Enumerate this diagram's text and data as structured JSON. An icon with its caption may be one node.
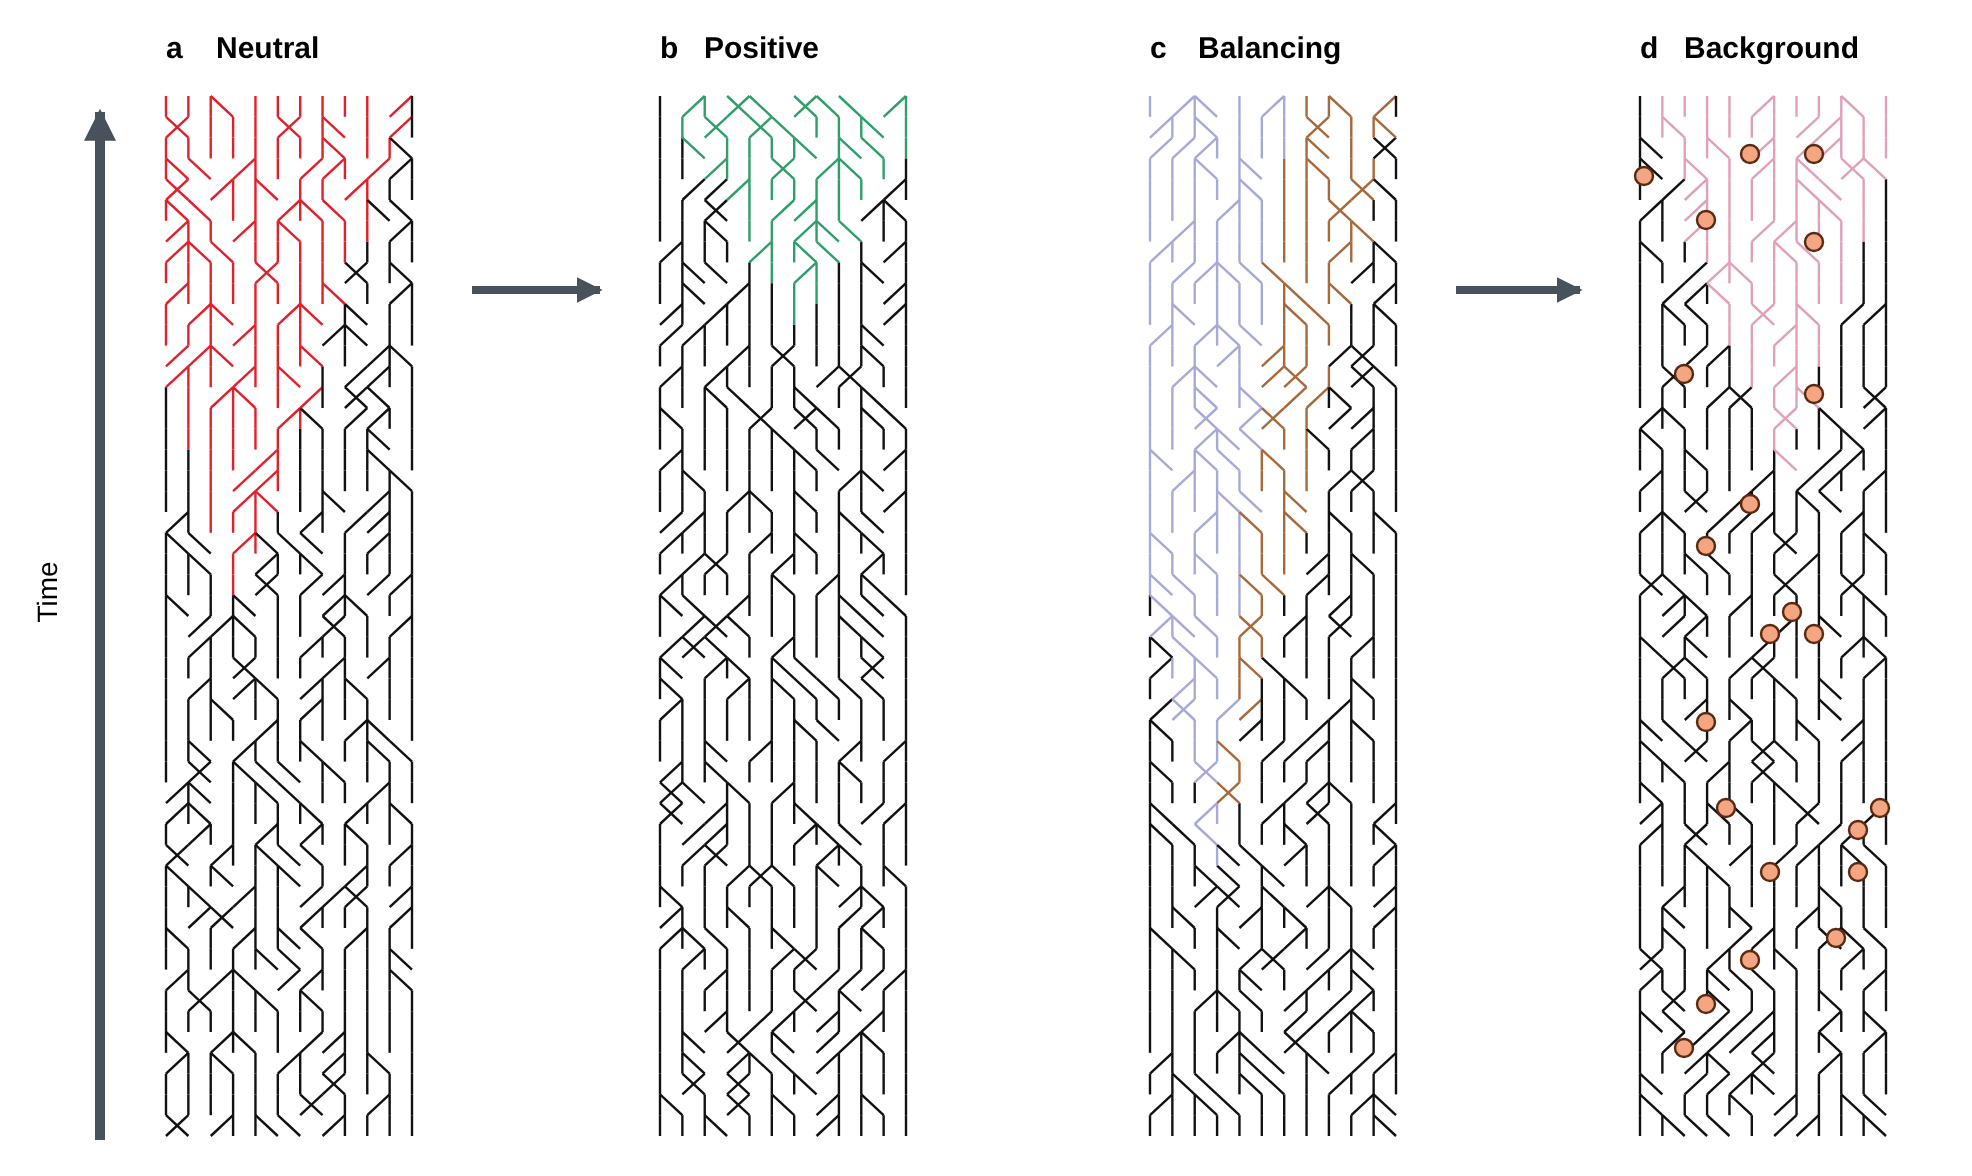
{
  "diagram": {
    "nodes": [
      {
        "text": [
          "a",
          "Neutral"
        ]
      },
      {
        "text": [
          "b",
          "Positive"
        ]
      },
      {
        "text": [
          "c",
          "Balancing"
        ]
      },
      {
        "text": [
          "d",
          "Background"
        ]
      }
    ],
    "edges": [
      {
        "from": 0,
        "to": 1,
        "arrow": "to"
      },
      {
        "from": 2,
        "to": 3,
        "arrow": "to"
      }
    ],
    "labels": [
      "Time"
    ]
  }
}
